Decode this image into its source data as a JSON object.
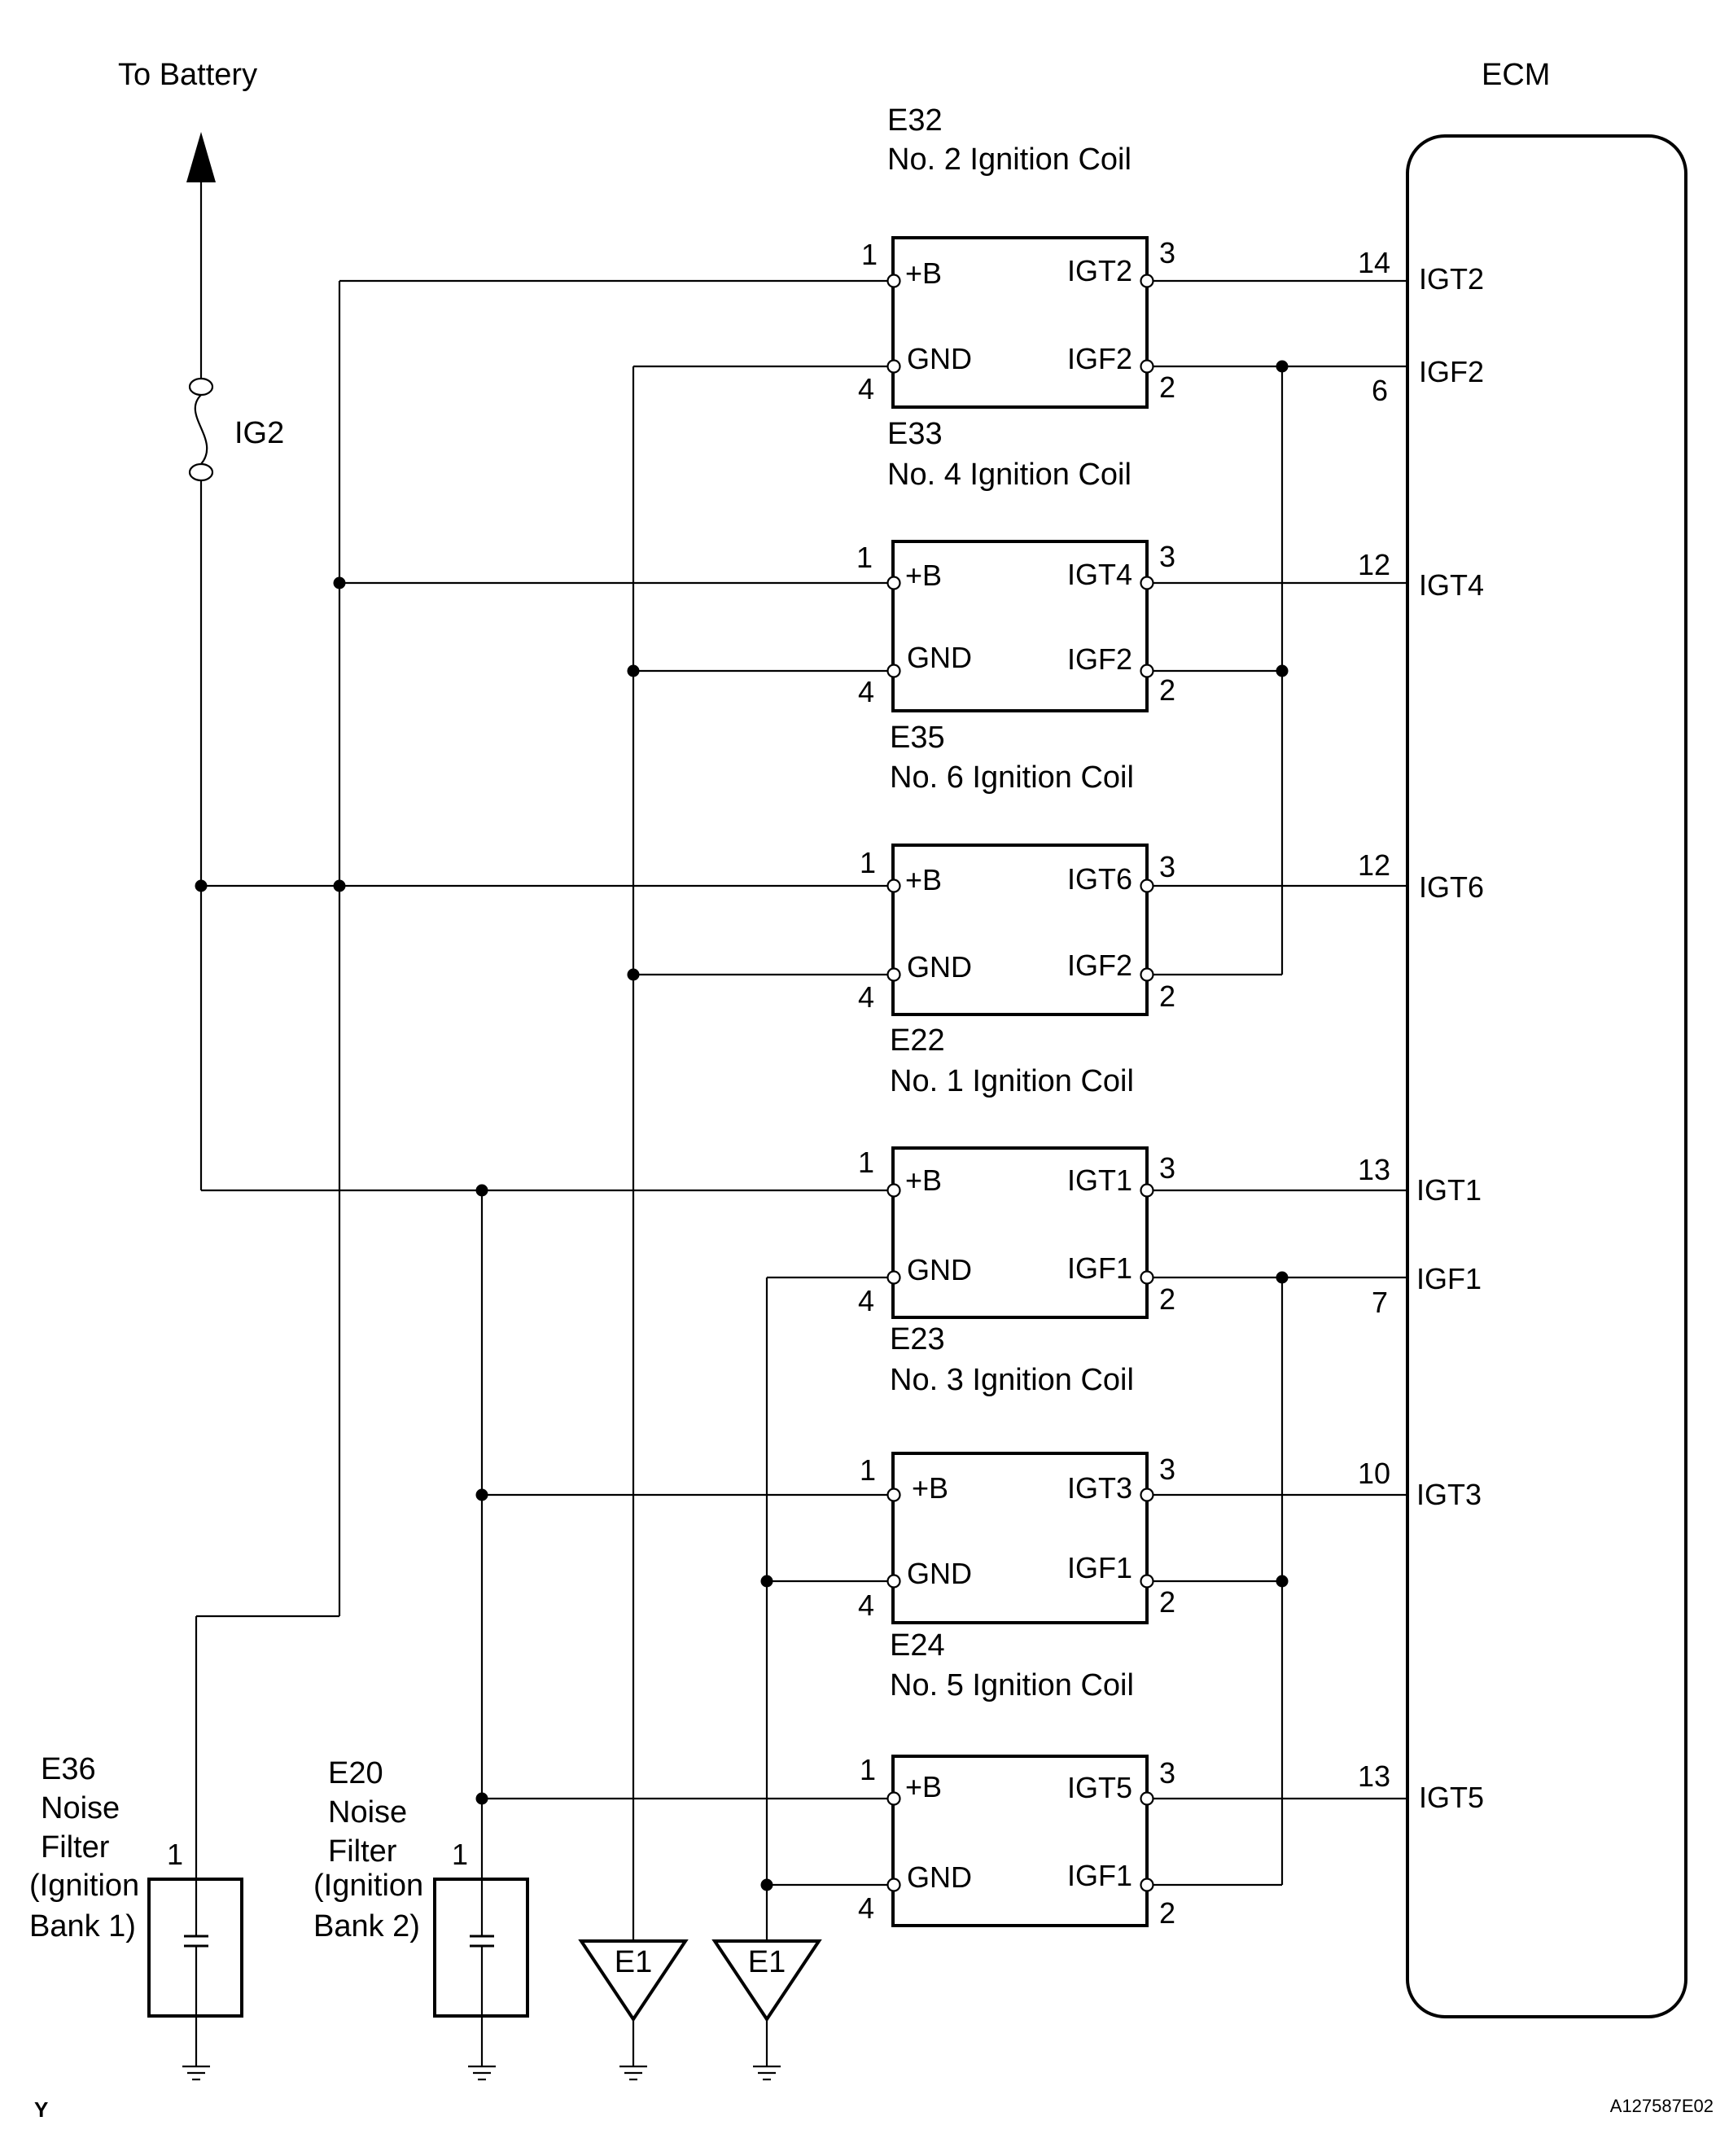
{
  "battery_label": "To Battery",
  "fuse_label": "IG2",
  "ecm": {
    "title": "ECM",
    "pins": [
      {
        "id": "igt2",
        "num": "14",
        "name": "IGT2"
      },
      {
        "id": "igf2",
        "num": "6",
        "name": "IGF2"
      },
      {
        "id": "igt4",
        "num": "12",
        "name": "IGT4"
      },
      {
        "id": "igt6",
        "num": "12",
        "name": "IGT6"
      },
      {
        "id": "igt1",
        "num": "13",
        "name": "IGT1"
      },
      {
        "id": "igf1",
        "num": "7",
        "name": "IGF1"
      },
      {
        "id": "igt3",
        "num": "10",
        "name": "IGT3"
      },
      {
        "id": "igt5",
        "num": "13",
        "name": "IGT5"
      }
    ]
  },
  "coils": [
    {
      "code": "E32",
      "name": "No. 2 Ignition Coil",
      "b": "+B",
      "gnd": "GND",
      "igt": "IGT2",
      "igf": "IGF2",
      "p1": "1",
      "p2": "2",
      "p3": "3",
      "p4": "4"
    },
    {
      "code": "E33",
      "name": "No. 4 Ignition Coil",
      "b": "+B",
      "gnd": "GND",
      "igt": "IGT4",
      "igf": "IGF2",
      "p1": "1",
      "p2": "2",
      "p3": "3",
      "p4": "4"
    },
    {
      "code": "E35",
      "name": "No. 6 Ignition Coil",
      "b": "+B",
      "gnd": "GND",
      "igt": "IGT6",
      "igf": "IGF2",
      "p1": "1",
      "p2": "2",
      "p3": "3",
      "p4": "4"
    },
    {
      "code": "E22",
      "name": "No. 1 Ignition Coil",
      "b": "+B",
      "gnd": "GND",
      "igt": "IGT1",
      "igf": "IGF1",
      "p1": "1",
      "p2": "2",
      "p3": "3",
      "p4": "4"
    },
    {
      "code": "E23",
      "name": "No. 3 Ignition Coil",
      "b": "+B",
      "gnd": "GND",
      "igt": "IGT3",
      "igf": "IGF1",
      "p1": "1",
      "p2": "2",
      "p3": "3",
      "p4": "4"
    },
    {
      "code": "E24",
      "name": "No. 5 Ignition Coil",
      "b": "+B",
      "gnd": "GND",
      "igt": "IGT5",
      "igf": "IGF1",
      "p1": "1",
      "p2": "2",
      "p3": "3",
      "p4": "4"
    }
  ],
  "noise_filters": [
    {
      "code": "E36",
      "line1": "Noise",
      "line2": "Filter",
      "line3": "(Ignition",
      "line4": "Bank 1)",
      "pin": "1"
    },
    {
      "code": "E20",
      "line1": "Noise",
      "line2": "Filter",
      "line3": "(Ignition",
      "line4": "Bank 2)",
      "pin": "1"
    }
  ],
  "grounds": [
    "E1",
    "E1"
  ],
  "corner_left": "Y",
  "corner_right": "A127587E02"
}
